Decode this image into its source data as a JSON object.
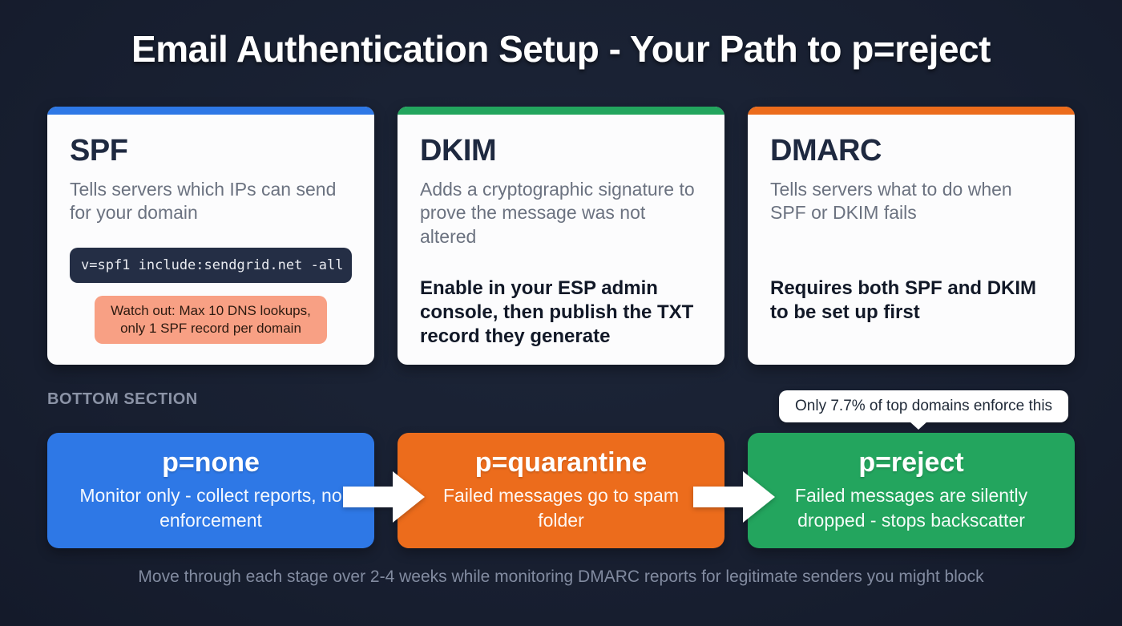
{
  "page": {
    "title": "Email Authentication Setup - Your Path to p=reject"
  },
  "colors": {
    "background": "#1A2133",
    "card_background": "#FCFCFD",
    "blue": "#2E78E6",
    "green": "#23A55E",
    "orange": "#EC6C1C",
    "code_background": "#242E45",
    "warning_background": "#F8A084",
    "muted_text": "#8B93A6"
  },
  "icons": {
    "flow_arrow": "block-arrow-right",
    "tooltip_pointer": "triangle-down"
  },
  "cards": [
    {
      "id": "spf",
      "accent_color": "#2E78E6",
      "title": "SPF",
      "description": "Tells servers which IPs can send for your domain",
      "code": "v=spf1 include:sendgrid.net -all",
      "warning": "Watch out: Max 10 DNS lookups, only 1 SPF record per domain"
    },
    {
      "id": "dkim",
      "accent_color": "#23A55E",
      "title": "DKIM",
      "description": "Adds a cryptographic signature to prove the message was not altered",
      "note": "Enable in your ESP admin console, then publish the TXT record they generate"
    },
    {
      "id": "dmarc",
      "accent_color": "#EC6C1C",
      "title": "DMARC",
      "description": "Tells servers what to do when SPF or DKIM fails",
      "note": "Requires both SPF and DKIM to be set up first"
    }
  ],
  "bottom_section": {
    "label": "BOTTOM SECTION",
    "tooltip": "Only 7.7% of top domains enforce this",
    "stages": [
      {
        "id": "p-none",
        "color": "#2E78E6",
        "title": "p=none",
        "subtitle": "Monitor only - collect reports, no enforcement"
      },
      {
        "id": "p-quarantine",
        "color": "#EC6C1C",
        "title": "p=quarantine",
        "subtitle": "Failed messages go to spam folder"
      },
      {
        "id": "p-reject",
        "color": "#23A55E",
        "title": "p=reject",
        "subtitle": "Failed messages are silently dropped - stops backscatter"
      }
    ],
    "footer": "Move through each stage over 2-4 weeks while monitoring DMARC reports for legitimate senders you might block"
  }
}
